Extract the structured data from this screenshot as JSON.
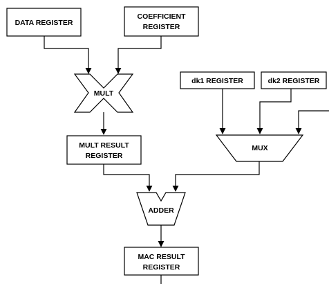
{
  "diagram": {
    "blocks": {
      "data_register": "DATA REGISTER",
      "coefficient_register": [
        "COEFFICIENT",
        "REGISTER"
      ],
      "dk1_register": "dk1 REGISTER",
      "dk2_register": "dk2 REGISTER",
      "mult_result_register": [
        "MULT RESULT",
        "REGISTER"
      ],
      "mac_result_register": [
        "MAC RESULT",
        "REGISTER"
      ]
    },
    "operators": {
      "mult": "MULT",
      "mux": "MUX",
      "adder": "ADDER"
    }
  }
}
